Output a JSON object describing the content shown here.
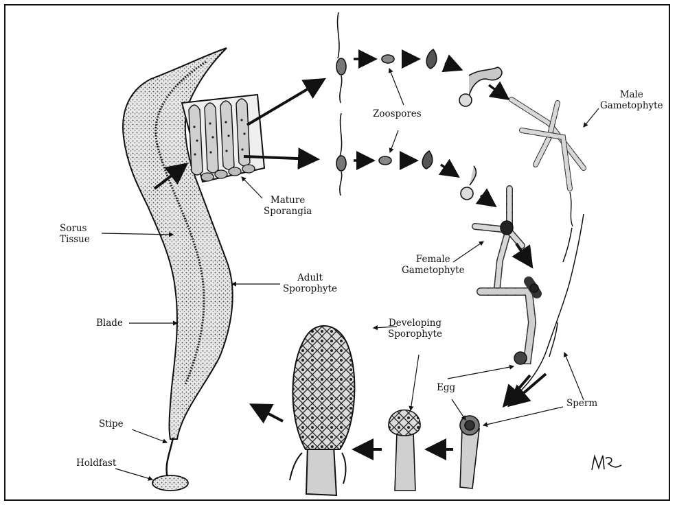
{
  "labels": {
    "sorus_line1": "Sorus",
    "sorus_line2": "Tissue",
    "adult_line1": "Adult",
    "adult_line2": "Sporophyte",
    "blade": "Blade",
    "stipe": "Stipe",
    "holdfast": "Holdfast",
    "mature_line1": "Mature",
    "mature_line2": "Sporangia",
    "zoospores": "Zoospores",
    "male_line1": "Male",
    "male_line2": "Gametophyte",
    "female_line1": "Female",
    "female_line2": "Gametophyte",
    "developing_line1": "Developing",
    "developing_line2": "Sporophyte",
    "egg": "Egg",
    "sperm": "Sperm"
  },
  "colors": {
    "ink": "#111111",
    "fill": "#d6d6d6",
    "dark": "#3a3a3a"
  }
}
